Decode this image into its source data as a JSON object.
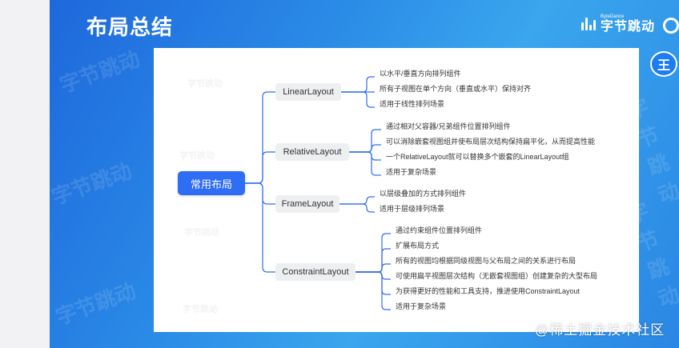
{
  "slide": {
    "title": "布局总结",
    "brand_small": "ByteDance",
    "brand_name": "字节跳动",
    "avatar_label": "王",
    "watermark_text": "字节跳动"
  },
  "mindmap": {
    "root": "常用布局",
    "branches": [
      {
        "label": "LinearLayout",
        "items": [
          "以水平/垂直方向排列组件",
          "所有子视图在单个方向（垂直或水平）保持对齐",
          "适用于线性排列场景"
        ]
      },
      {
        "label": "RelativeLayout",
        "items": [
          "通过相对父容器/兄弟组件位置排列组件",
          "可以消除嵌套视图组并使布局层次结构保持扁平化，从而提高性能",
          "一个RelativeLayout就可以替换多个嵌套的LinearLayout组",
          "适用于复杂场景"
        ]
      },
      {
        "label": "FrameLayout",
        "items": [
          "以层级叠加的方式排列组件",
          "适用于层级排列场景"
        ]
      },
      {
        "label": "ConstraintLayout",
        "items": [
          "通过约束组件位置排列组件",
          "扩展布局方式",
          "所有的视图均根据同级视图与父布局之间的关系进行布局",
          "可使用扁平视图层次结构（无嵌套视图组）创建复杂的大型布局",
          "为获得更好的性能和工具支持，推进使用ConstraintLayout",
          "适用于复杂场景"
        ]
      }
    ]
  },
  "footer": {
    "watermark": "@稀土掘金技术社区"
  },
  "colors": {
    "accent": "#2f6df5",
    "line": "#2f6df5",
    "branch_bg": "#eeeff1"
  }
}
